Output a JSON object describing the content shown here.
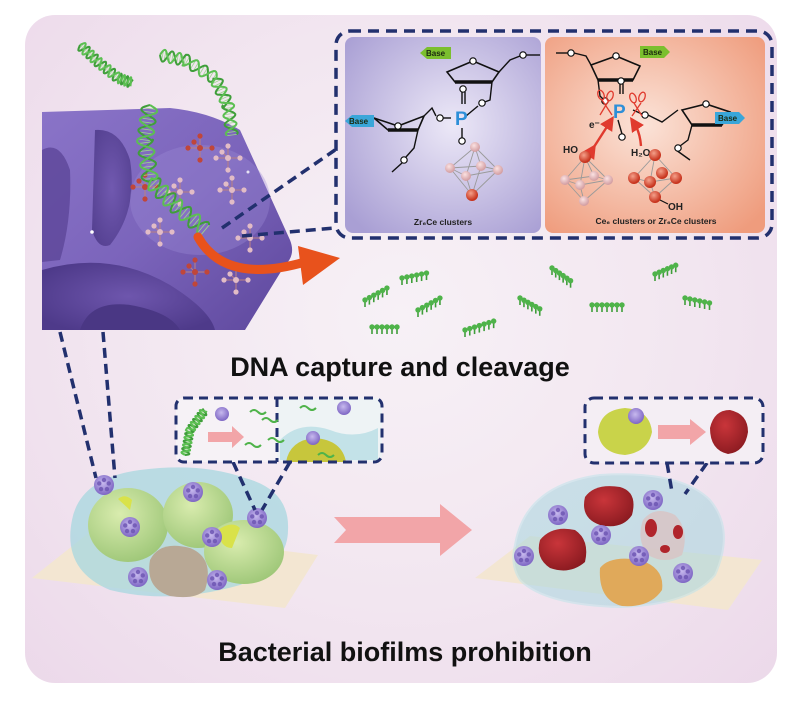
{
  "figure": {
    "titles": {
      "dna_capture": "DNA capture and cleavage",
      "biofilm": "Bacterial biofilms prohibition"
    },
    "left_panel": {
      "label": "Zr6Ce clusters",
      "label_display": "Zr₆Ce clusters",
      "base_top": "Base",
      "base_left": "Base",
      "phosphorus": "P",
      "oxygen_top": "O"
    },
    "right_panel": {
      "label_display": "Ce₆ clusters or Zr₆Ce clusters",
      "base_top": "Base",
      "base_right": "Base",
      "phosphorus": "P",
      "electron": "e⁻",
      "hydroxyl_left": "HO",
      "water": "H₂O",
      "hydroxyl_bottom": "OH",
      "oxygen_top": "O"
    },
    "colors": {
      "panel_bg": "#f2e6f0",
      "dashed_border": "#22306e",
      "left_box_bg": "#b7aedb",
      "right_box_bg": "#f1a98d",
      "mof_purple": "#7a62b8",
      "dna_green": "#4fb34a",
      "arrow_orange": "#e8521c",
      "arrow_pink": "#f2a5a8",
      "bacteria_green": "#b9d68a",
      "bacteria_dead": "#b0242b",
      "biofilm_cyan": "#a7d7df",
      "base_green": "#7bbf2e",
      "base_blue": "#3aa6d9",
      "phosphorus_blue": "#2d8fd8",
      "scissor_red": "#e03a2e"
    }
  }
}
